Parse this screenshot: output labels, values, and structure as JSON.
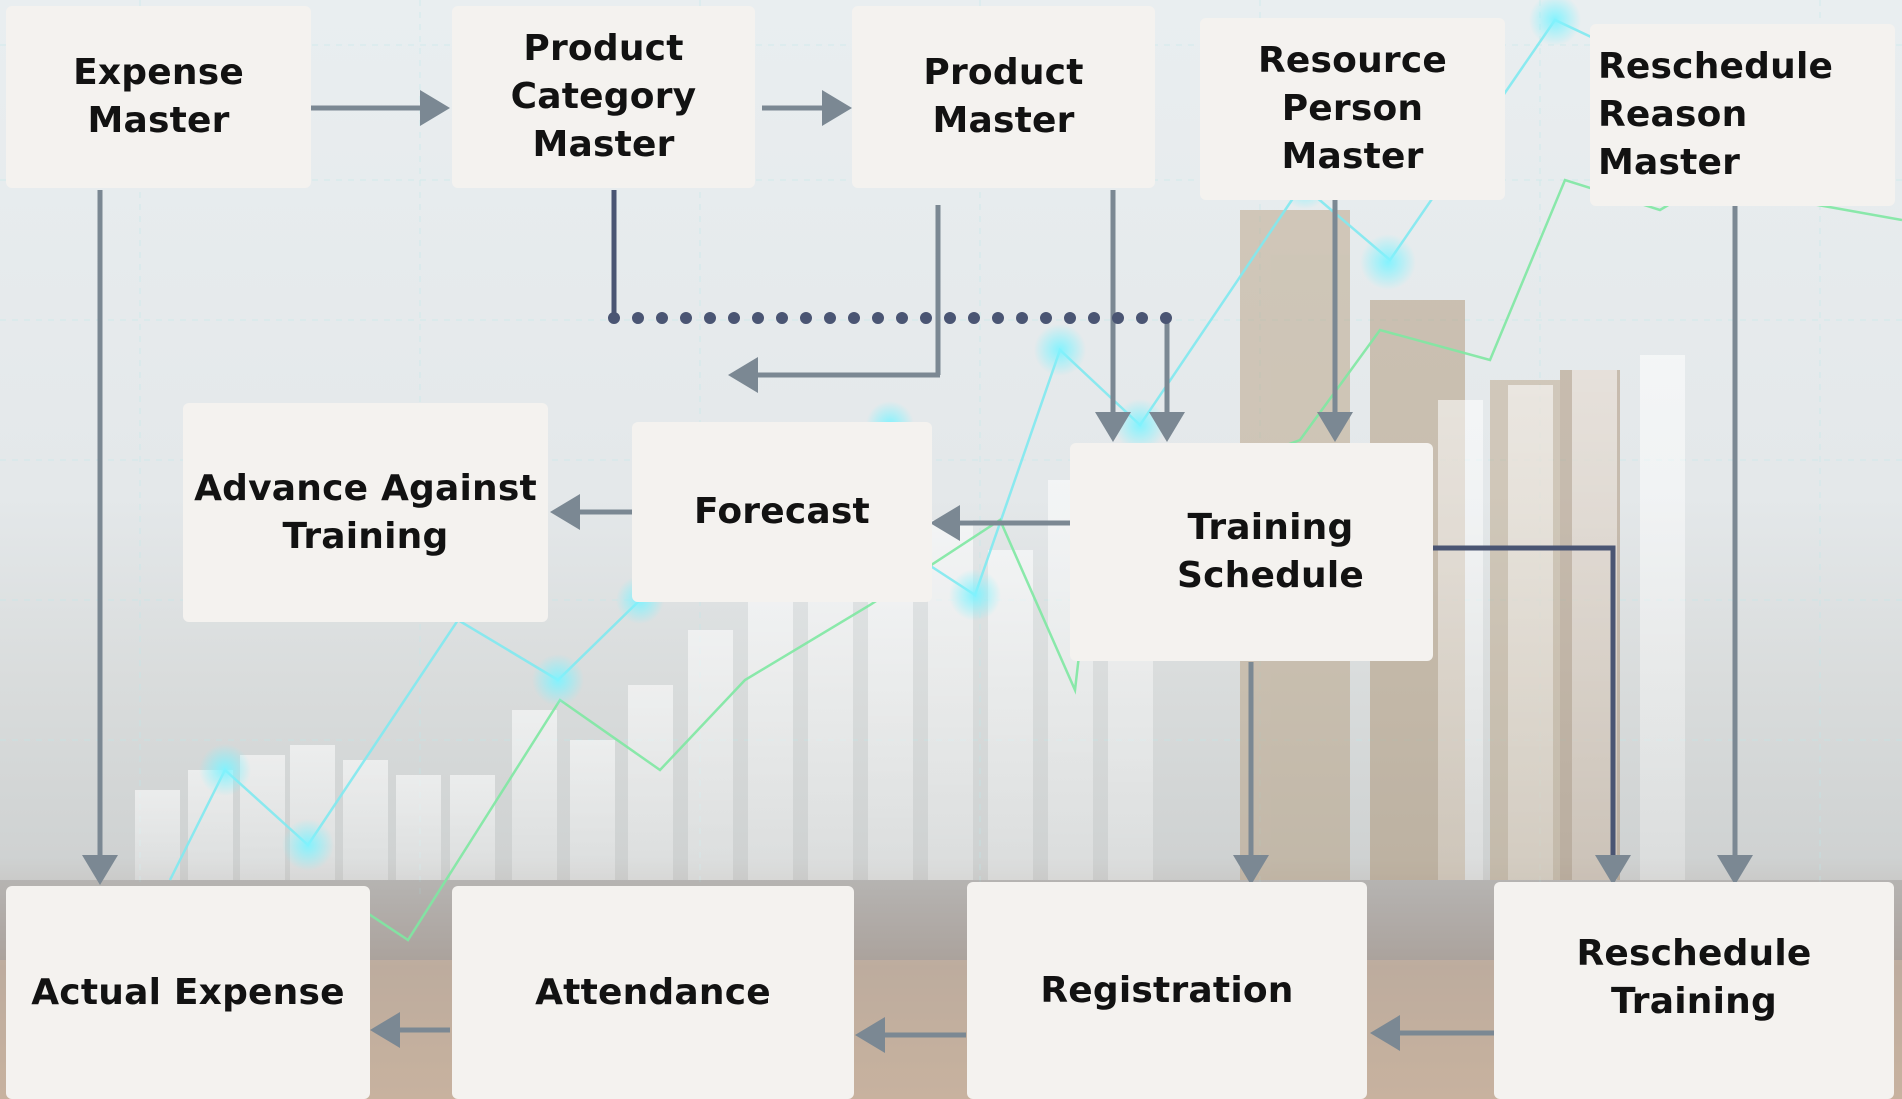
{
  "diagram": {
    "nodes": {
      "expense_master": "Expense Master",
      "product_category_master": "Product Category\nMaster",
      "product_master": "Product Master",
      "resource_person_master": "Resource Person\nMaster",
      "reschedule_reason_master": "Reschedule\nReason Master",
      "advance_against_training": "Advance Against\nTraining",
      "forecast": "Forecast",
      "training_schedule": "Training Schedule",
      "actual_expense": "Actual Expense",
      "attendance": "Attendance",
      "registration": "Registration",
      "reschedule_training": "Reschedule\nTraining"
    },
    "colors": {
      "box_fill": "#f4f2ef",
      "arrow_gray": "#7b8893",
      "arrow_navy": "#4a5573",
      "text": "#121212"
    }
  }
}
